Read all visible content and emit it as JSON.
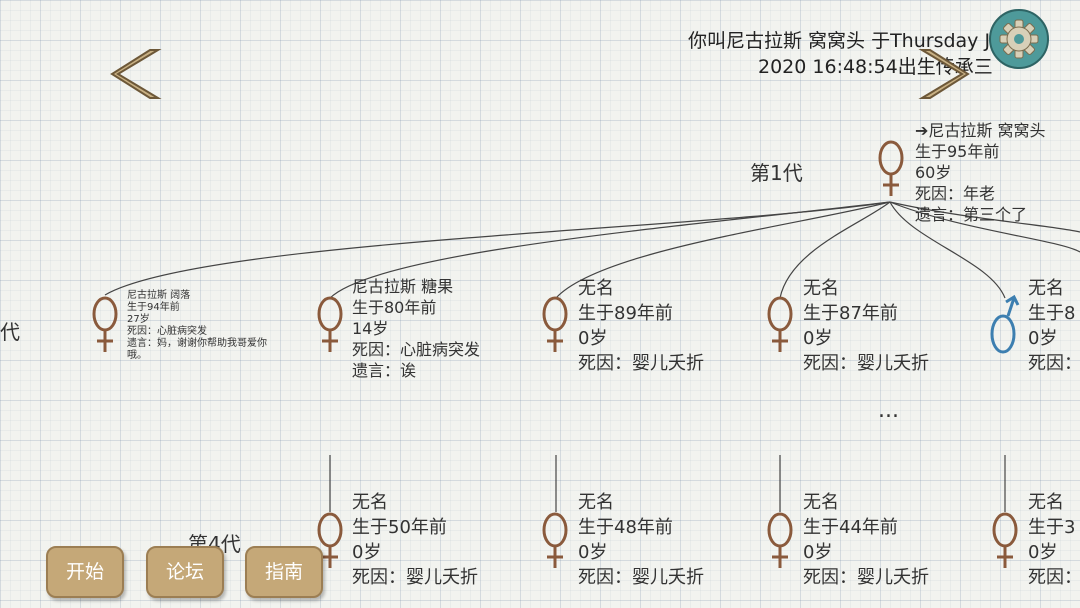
{
  "header": {
    "line1": "你叫尼古拉斯 窝窝头 于Thursday Jun",
    "line2": "2020 16:48:54出生传承三"
  },
  "generations": {
    "gen1": "第1代",
    "gen2": "代",
    "gen4": "第4代"
  },
  "root": {
    "name": "➔尼古拉斯 窝窝头",
    "born": "生于95年前",
    "age": "60岁",
    "cause": "死因：年老",
    "will": "遗言：第三个了"
  },
  "gen2_children": [
    {
      "name": "尼古拉斯 阔落",
      "born": "生于94年前",
      "age": "27岁",
      "cause": "死因：心脏病突发",
      "will1": "遗言：妈，谢谢你帮助我哥爱你",
      "will2": "哦。",
      "icon": "female-symbol-icon"
    },
    {
      "name": "尼古拉斯 糖果",
      "born": "生于80年前",
      "age": "14岁",
      "cause": "死因：心脏病突发",
      "will": "遗言：诶",
      "icon": "female-symbol-icon"
    },
    {
      "name": "无名",
      "born": "生于89年前",
      "age": "0岁",
      "cause": "死因：婴儿夭折",
      "icon": "female-symbol-icon"
    },
    {
      "name": "无名",
      "born": "生于87年前",
      "age": "0岁",
      "cause": "死因：婴儿夭折",
      "icon": "female-symbol-icon"
    },
    {
      "name": "无名",
      "born": "生于8",
      "age": "0岁",
      "cause": "死因：",
      "icon": "male-symbol-icon"
    }
  ],
  "ellipsis": "...",
  "gen4_children": [
    {
      "name": "无名",
      "born": "生于50年前",
      "age": "0岁",
      "cause": "死因：婴儿夭折"
    },
    {
      "name": "无名",
      "born": "生于48年前",
      "age": "0岁",
      "cause": "死因：婴儿夭折"
    },
    {
      "name": "无名",
      "born": "生于44年前",
      "age": "0岁",
      "cause": "死因：婴儿夭折"
    },
    {
      "name": "无名",
      "born": "生于3",
      "age": "0岁",
      "cause": "死因："
    }
  ],
  "buttons": {
    "start": "开始",
    "forum": "论坛",
    "guide": "指南"
  },
  "icons": {
    "left": "chevron-left-icon",
    "right": "chevron-right-icon",
    "settings": "gear-icon"
  },
  "colors": {
    "female": "#8a5a3c",
    "male": "#3d7fb0",
    "button": "#c5a878",
    "gear": "#3e8e8e"
  }
}
